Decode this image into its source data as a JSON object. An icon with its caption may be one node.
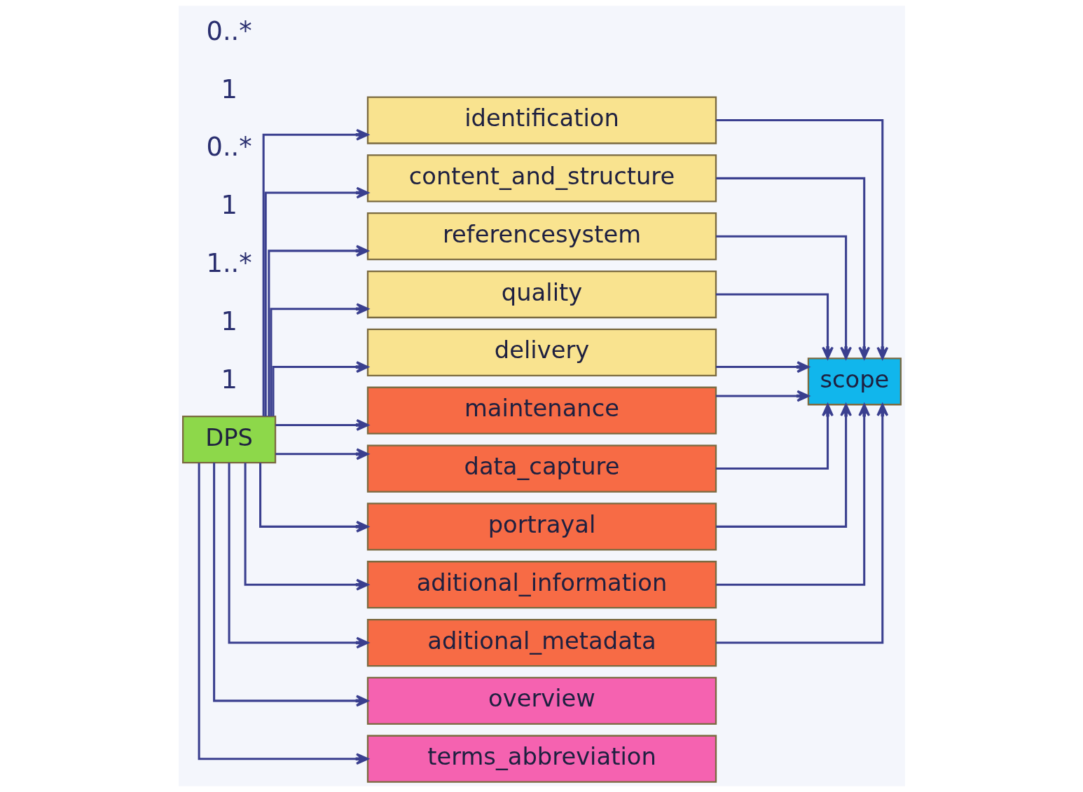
{
  "diagram": {
    "nodes": [
      {
        "text": [
          "DPS"
        ]
      },
      {
        "text": [
          "identification"
        ]
      },
      {
        "text": [
          "content_and_structure"
        ]
      },
      {
        "text": [
          "referencesystem"
        ]
      },
      {
        "text": [
          "quality"
        ]
      },
      {
        "text": [
          "delivery"
        ]
      },
      {
        "text": [
          "maintenance"
        ]
      },
      {
        "text": [
          "data_capture"
        ]
      },
      {
        "text": [
          "portrayal"
        ]
      },
      {
        "text": [
          "aditional_information"
        ]
      },
      {
        "text": [
          "aditional_metadata"
        ]
      },
      {
        "text": [
          "overview"
        ]
      },
      {
        "text": [
          "terms_abbreviation"
        ]
      },
      {
        "text": [
          "scope"
        ]
      }
    ],
    "edges": [
      {
        "from": 0,
        "to": 1,
        "arrow": "to"
      },
      {
        "from": 0,
        "to": 2,
        "arrow": "to"
      },
      {
        "from": 0,
        "to": 3,
        "arrow": "to"
      },
      {
        "from": 0,
        "to": 4,
        "arrow": "to"
      },
      {
        "from": 0,
        "to": 5,
        "arrow": "to"
      },
      {
        "from": 0,
        "to": 6,
        "arrow": "to"
      },
      {
        "from": 0,
        "to": 7,
        "arrow": "to"
      },
      {
        "from": 0,
        "to": 8,
        "arrow": "to"
      },
      {
        "from": 0,
        "to": 9,
        "arrow": "to"
      },
      {
        "from": 0,
        "to": 10,
        "arrow": "to"
      },
      {
        "from": 0,
        "to": 11,
        "arrow": "to"
      },
      {
        "from": 0,
        "to": 12,
        "arrow": "to"
      },
      {
        "from": 1,
        "to": 13,
        "arrow": "to"
      },
      {
        "from": 2,
        "to": 13,
        "arrow": "to"
      },
      {
        "from": 3,
        "to": 13,
        "arrow": "to"
      },
      {
        "from": 4,
        "to": 13,
        "arrow": "to"
      },
      {
        "from": 5,
        "to": 13,
        "arrow": "to"
      },
      {
        "from": 6,
        "to": 13,
        "arrow": "to"
      },
      {
        "from": 7,
        "to": 13,
        "arrow": "to"
      },
      {
        "from": 8,
        "to": 13,
        "arrow": "to"
      },
      {
        "from": 9,
        "to": 13,
        "arrow": "to"
      },
      {
        "from": 10,
        "to": 13,
        "arrow": "to"
      }
    ],
    "labels": [
      "1",
      "1",
      "1..*",
      "1",
      "0..*",
      "1",
      "0..*"
    ]
  }
}
